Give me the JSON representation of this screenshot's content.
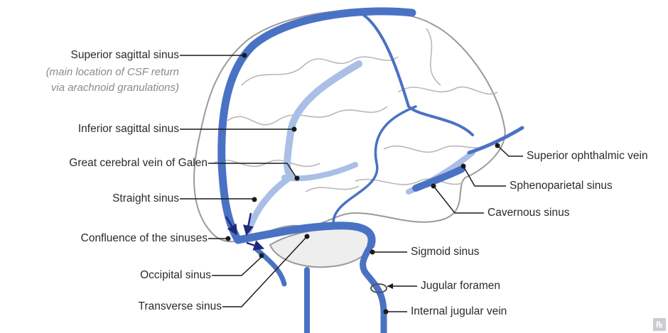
{
  "labels": {
    "superior_sagittal": "Superior sagittal sinus",
    "superior_sagittal_note_1": "(main location of CSF return",
    "superior_sagittal_note_2": "via arachnoid granulations)",
    "inferior_sagittal": "Inferior sagittal sinus",
    "great_cerebral_vein": "Great cerebral vein of Galen",
    "straight_sinus": "Straight sinus",
    "confluence": "Confluence of the sinuses",
    "occipital": "Occipital sinus",
    "transverse": "Transverse sinus",
    "superior_ophthalmic": "Superior ophthalmic vein",
    "sphenoparietal": "Sphenoparietal sinus",
    "cavernous": "Cavernous sinus",
    "sigmoid": "Sigmoid sinus",
    "jugular_foramen": "Jugular foramen",
    "internal_jugular": "Internal jugular vein"
  },
  "logo_text": "℞",
  "colors": {
    "sinus_blue": "#4a72c4",
    "sinus_light": "#a9bfe6",
    "outline_gray": "#9a9a9a",
    "arrow": "#1e2a78",
    "leader": "#1a1a1a"
  }
}
